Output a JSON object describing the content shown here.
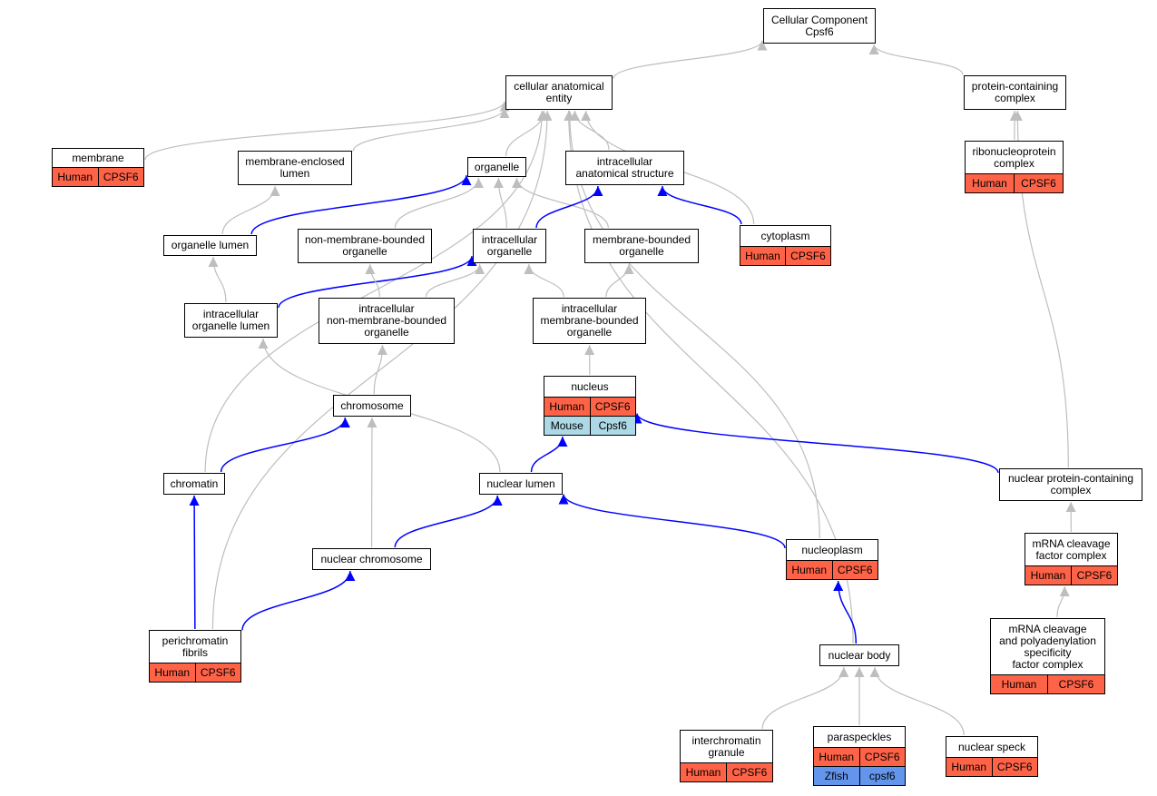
{
  "colors": {
    "human": "#ff6347",
    "mouse": "#add8e6",
    "zfish": "#6495ed",
    "edge_grey": "#bebebe",
    "edge_blue": "#0000ff"
  },
  "nodes": [
    {
      "id": "cellular-component",
      "label": "Cellular Component\nCpsf6",
      "rows": []
    },
    {
      "id": "cellular-anatomical-entity",
      "label": "cellular anatomical\nentity",
      "rows": []
    },
    {
      "id": "protein-containing-complex",
      "label": "protein-containing\ncomplex",
      "rows": []
    },
    {
      "id": "membrane",
      "label": "membrane",
      "rows": [
        {
          "species": "Human",
          "gene": "CPSF6",
          "color": "human"
        }
      ]
    },
    {
      "id": "membrane-enclosed-lumen",
      "label": "membrane-enclosed\nlumen",
      "rows": []
    },
    {
      "id": "organelle",
      "label": "organelle",
      "rows": []
    },
    {
      "id": "intracellular-anatomical-structure",
      "label": "intracellular\nanatomical structure",
      "rows": []
    },
    {
      "id": "ribonucleoprotein-complex",
      "label": "ribonucleoprotein\ncomplex",
      "rows": [
        {
          "species": "Human",
          "gene": "CPSF6",
          "color": "human"
        }
      ]
    },
    {
      "id": "organelle-lumen",
      "label": "organelle lumen",
      "rows": []
    },
    {
      "id": "non-membrane-bounded-organelle",
      "label": "non-membrane-bounded\norganelle",
      "rows": []
    },
    {
      "id": "intracellular-organelle",
      "label": "intracellular\norganelle",
      "rows": []
    },
    {
      "id": "membrane-bounded-organelle",
      "label": "membrane-bounded\norganelle",
      "rows": []
    },
    {
      "id": "cytoplasm",
      "label": "cytoplasm",
      "rows": [
        {
          "species": "Human",
          "gene": "CPSF6",
          "color": "human"
        }
      ]
    },
    {
      "id": "intracellular-organelle-lumen",
      "label": "intracellular\norganelle lumen",
      "rows": []
    },
    {
      "id": "intracellular-non-membrane-bounded-organelle",
      "label": "intracellular\nnon-membrane-bounded\norganelle",
      "rows": []
    },
    {
      "id": "intracellular-membrane-bounded-organelle",
      "label": "intracellular\nmembrane-bounded\norganelle",
      "rows": []
    },
    {
      "id": "nucleus",
      "label": "nucleus",
      "rows": [
        {
          "species": "Human",
          "gene": "CPSF6",
          "color": "human"
        },
        {
          "species": "Mouse",
          "gene": "Cpsf6",
          "color": "mouse"
        }
      ]
    },
    {
      "id": "chromosome",
      "label": "chromosome",
      "rows": []
    },
    {
      "id": "chromatin",
      "label": "chromatin",
      "rows": []
    },
    {
      "id": "nuclear-lumen",
      "label": "nuclear lumen",
      "rows": []
    },
    {
      "id": "nuclear-protein-containing-complex",
      "label": "nuclear protein-containing\ncomplex",
      "rows": []
    },
    {
      "id": "nuclear-chromosome",
      "label": "nuclear chromosome",
      "rows": []
    },
    {
      "id": "nucleoplasm",
      "label": "nucleoplasm",
      "rows": [
        {
          "species": "Human",
          "gene": "CPSF6",
          "color": "human"
        }
      ]
    },
    {
      "id": "mrna-cleavage-factor-complex",
      "label": "mRNA cleavage\nfactor complex",
      "rows": [
        {
          "species": "Human",
          "gene": "CPSF6",
          "color": "human"
        }
      ]
    },
    {
      "id": "perichromatin-fibrils",
      "label": "perichromatin\nfibrils",
      "rows": [
        {
          "species": "Human",
          "gene": "CPSF6",
          "color": "human"
        }
      ]
    },
    {
      "id": "mrna-cleavage-polyadenylation-complex",
      "label": "mRNA cleavage\nand polyadenylation\nspecificity\nfactor complex",
      "rows": [
        {
          "species": "Human",
          "gene": "CPSF6",
          "color": "human"
        }
      ]
    },
    {
      "id": "nuclear-body",
      "label": "nuclear body",
      "rows": []
    },
    {
      "id": "interchromatin-granule",
      "label": "interchromatin\ngranule",
      "rows": [
        {
          "species": "Human",
          "gene": "CPSF6",
          "color": "human"
        }
      ]
    },
    {
      "id": "paraspeckles",
      "label": "paraspeckles",
      "rows": [
        {
          "species": "Human",
          "gene": "CPSF6",
          "color": "human"
        },
        {
          "species": "Zfish",
          "gene": "cpsf6",
          "color": "zfish"
        }
      ]
    },
    {
      "id": "nuclear-speck",
      "label": "nuclear speck",
      "rows": [
        {
          "species": "Human",
          "gene": "CPSF6",
          "color": "human"
        }
      ]
    }
  ],
  "edges": [
    {
      "from": "cellular-anatomical-entity",
      "to": "cellular-component",
      "color": "grey"
    },
    {
      "from": "protein-containing-complex",
      "to": "cellular-component",
      "color": "grey"
    },
    {
      "from": "membrane",
      "to": "cellular-anatomical-entity",
      "color": "grey"
    },
    {
      "from": "membrane-enclosed-lumen",
      "to": "cellular-anatomical-entity",
      "color": "grey"
    },
    {
      "from": "organelle",
      "to": "cellular-anatomical-entity",
      "color": "grey"
    },
    {
      "from": "intracellular-anatomical-structure",
      "to": "cellular-anatomical-entity",
      "color": "grey"
    },
    {
      "from": "cytoplasm",
      "to": "cellular-anatomical-entity",
      "color": "grey"
    },
    {
      "from": "chromatin",
      "to": "cellular-anatomical-entity",
      "color": "grey"
    },
    {
      "from": "perichromatin-fibrils",
      "to": "cellular-anatomical-entity",
      "color": "grey"
    },
    {
      "from": "nucleoplasm",
      "to": "cellular-anatomical-entity",
      "color": "grey"
    },
    {
      "from": "nuclear-body",
      "to": "cellular-anatomical-entity",
      "color": "grey"
    },
    {
      "from": "ribonucleoprotein-complex",
      "to": "protein-containing-complex",
      "color": "grey"
    },
    {
      "from": "nuclear-protein-containing-complex",
      "to": "protein-containing-complex",
      "color": "grey"
    },
    {
      "from": "organelle-lumen",
      "to": "membrane-enclosed-lumen",
      "color": "grey"
    },
    {
      "from": "organelle-lumen",
      "to": "organelle",
      "color": "blue"
    },
    {
      "from": "non-membrane-bounded-organelle",
      "to": "organelle",
      "color": "grey"
    },
    {
      "from": "intracellular-organelle",
      "to": "organelle",
      "color": "grey"
    },
    {
      "from": "membrane-bounded-organelle",
      "to": "organelle",
      "color": "grey"
    },
    {
      "from": "intracellular-organelle",
      "to": "intracellular-anatomical-structure",
      "color": "blue"
    },
    {
      "from": "cytoplasm",
      "to": "intracellular-anatomical-structure",
      "color": "blue"
    },
    {
      "from": "intracellular-organelle-lumen",
      "to": "organelle-lumen",
      "color": "grey"
    },
    {
      "from": "intracellular-organelle-lumen",
      "to": "intracellular-organelle",
      "color": "blue"
    },
    {
      "from": "intracellular-non-membrane-bounded-organelle",
      "to": "intracellular-organelle",
      "color": "grey"
    },
    {
      "from": "intracellular-non-membrane-bounded-organelle",
      "to": "non-membrane-bounded-organelle",
      "color": "grey"
    },
    {
      "from": "intracellular-membrane-bounded-organelle",
      "to": "intracellular-organelle",
      "color": "grey"
    },
    {
      "from": "intracellular-membrane-bounded-organelle",
      "to": "membrane-bounded-organelle",
      "color": "grey"
    },
    {
      "from": "nucleus",
      "to": "intracellular-membrane-bounded-organelle",
      "color": "grey"
    },
    {
      "from": "chromosome",
      "to": "intracellular-non-membrane-bounded-organelle",
      "color": "grey"
    },
    {
      "from": "nuclear-lumen",
      "to": "intracellular-organelle-lumen",
      "color": "grey"
    },
    {
      "from": "nuclear-lumen",
      "to": "nucleus",
      "color": "blue"
    },
    {
      "from": "chromatin",
      "to": "chromosome",
      "color": "blue"
    },
    {
      "from": "nuclear-chromosome",
      "to": "chromosome",
      "color": "grey"
    },
    {
      "from": "nuclear-chromosome",
      "to": "nuclear-lumen",
      "color": "blue"
    },
    {
      "from": "nucleoplasm",
      "to": "nuclear-lumen",
      "color": "blue"
    },
    {
      "from": "nuclear-protein-containing-complex",
      "to": "nucleus",
      "color": "blue"
    },
    {
      "from": "mrna-cleavage-factor-complex",
      "to": "nuclear-protein-containing-complex",
      "color": "grey"
    },
    {
      "from": "mrna-cleavage-polyadenylation-complex",
      "to": "mrna-cleavage-factor-complex",
      "color": "grey"
    },
    {
      "from": "perichromatin-fibrils",
      "to": "chromatin",
      "color": "blue"
    },
    {
      "from": "perichromatin-fibrils",
      "to": "nuclear-chromosome",
      "color": "blue"
    },
    {
      "from": "nuclear-body",
      "to": "nucleoplasm",
      "color": "blue"
    },
    {
      "from": "interchromatin-granule",
      "to": "nuclear-body",
      "color": "grey"
    },
    {
      "from": "paraspeckles",
      "to": "nuclear-body",
      "color": "grey"
    },
    {
      "from": "nuclear-speck",
      "to": "nuclear-body",
      "color": "grey"
    }
  ]
}
